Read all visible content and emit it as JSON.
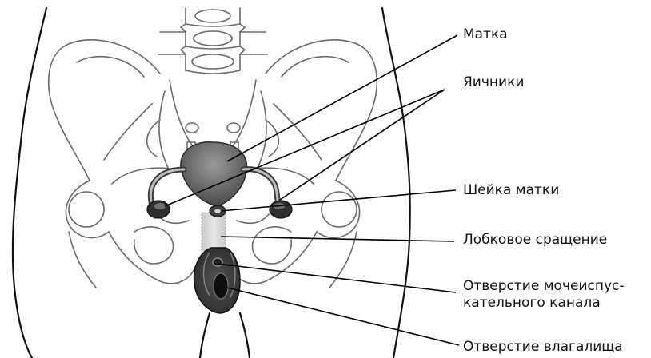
{
  "labels": {
    "uterus": "Матка",
    "ovaries": "Яичники",
    "cervix": "Шейка матки",
    "pubic_symphysis": "Лобковое сращение",
    "urethral_opening_line1": "Отверстие мочеиспус-",
    "urethral_opening_line2": "кательного канала",
    "vaginal_opening": "Отверстие влагалища"
  }
}
